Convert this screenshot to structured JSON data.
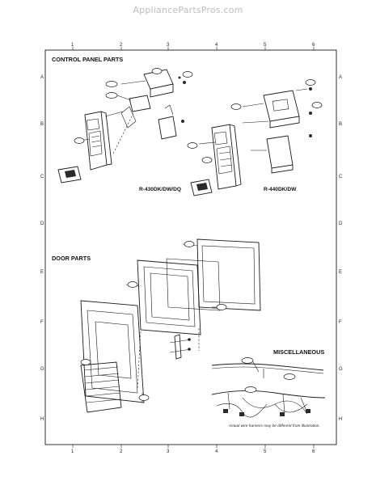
{
  "header": {
    "watermark": "AppliancePartsPros.com"
  },
  "grid": {
    "columns": [
      "1",
      "2",
      "3",
      "4",
      "5",
      "6"
    ],
    "rows": [
      "A",
      "B",
      "C",
      "D",
      "E",
      "F",
      "G",
      "H"
    ]
  },
  "sections": {
    "control_panel": "CONTROL PANEL PARTS",
    "door": "DOOR PARTS",
    "misc": "MISCELLANEOUS"
  },
  "models": {
    "left": "R-430DK/DW/DQ",
    "right": "R-440DK/DW"
  },
  "note": "Actual wire harness may be different from illustration.",
  "colors": {
    "line": "#1a1a1a",
    "watermark": "#bdbdbd"
  }
}
